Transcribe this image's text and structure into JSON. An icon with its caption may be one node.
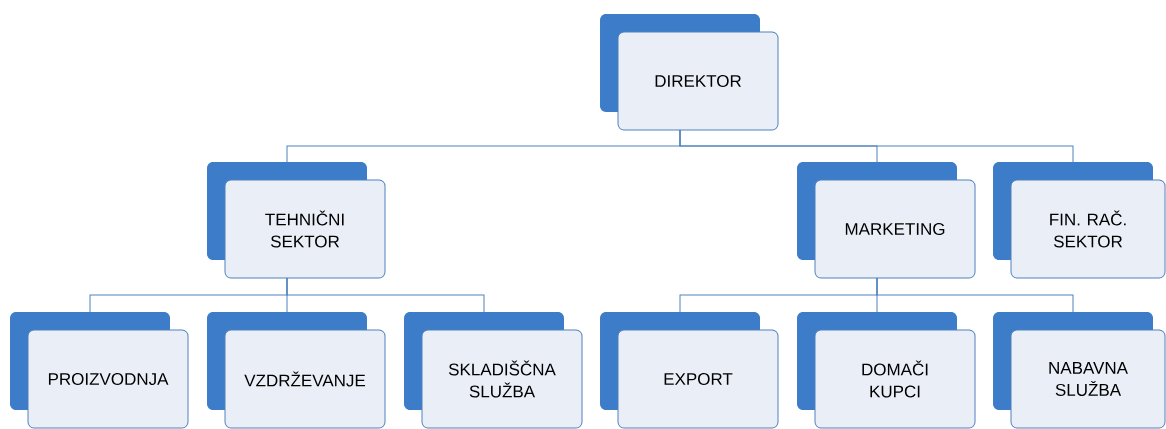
{
  "diagram": {
    "nodes": [
      {
        "text": [
          "DIREKTOR"
        ]
      },
      {
        "text": [
          "TEHNIČNI SEKTOR"
        ]
      },
      {
        "text": [
          "MARKETING"
        ]
      },
      {
        "text": [
          "FIN. RAČ. SEKTOR"
        ]
      },
      {
        "text": [
          "PROIZVODNJA"
        ]
      },
      {
        "text": [
          "VZDRŽEVANJE"
        ]
      },
      {
        "text": [
          "SKLADIŠČNA SLUŽBA"
        ]
      },
      {
        "text": [
          "EXPORT"
        ]
      },
      {
        "text": [
          "DOMAČI KUPCI"
        ]
      },
      {
        "text": [
          "NABAVNA SLUŽBA"
        ]
      }
    ],
    "edges": [
      {
        "from": 0,
        "to": 1,
        "arrow": "none"
      },
      {
        "from": 0,
        "to": 2,
        "arrow": "none"
      },
      {
        "from": 0,
        "to": 3,
        "arrow": "none"
      },
      {
        "from": 1,
        "to": 4,
        "arrow": "none"
      },
      {
        "from": 1,
        "to": 5,
        "arrow": "none"
      },
      {
        "from": 1,
        "to": 6,
        "arrow": "none"
      },
      {
        "from": 2,
        "to": 7,
        "arrow": "none"
      },
      {
        "from": 2,
        "to": 8,
        "arrow": "none"
      },
      {
        "from": 2,
        "to": 9,
        "arrow": "none"
      }
    ]
  }
}
